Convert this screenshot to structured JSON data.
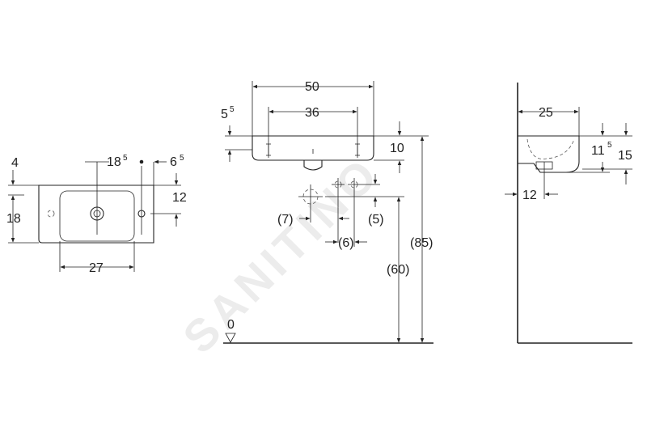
{
  "watermark": "SANITINO",
  "top_view": {
    "dims": {
      "left_top": "4",
      "left_height": "18",
      "tap_offset": "18",
      "tap_offset_sup": "5",
      "right_offset": "6",
      "right_offset_sup": "5",
      "right_height": "12",
      "bowl_width": "27"
    }
  },
  "front_view": {
    "dims": {
      "width": "50",
      "hole_spacing": "36",
      "rim_offset": "5",
      "rim_offset_sup": "5",
      "rim_height": "10",
      "waste_offset": "(7)",
      "waste_spacing": "(6)",
      "supply_offset": "(5)",
      "waste_height": "(60)",
      "total_height": "(85)",
      "floor": "0"
    }
  },
  "side_view": {
    "dims": {
      "depth": "25",
      "bowl_depth": "11",
      "bowl_depth_sup": "5",
      "overall_height": "15",
      "outlet_offset": "12"
    }
  }
}
